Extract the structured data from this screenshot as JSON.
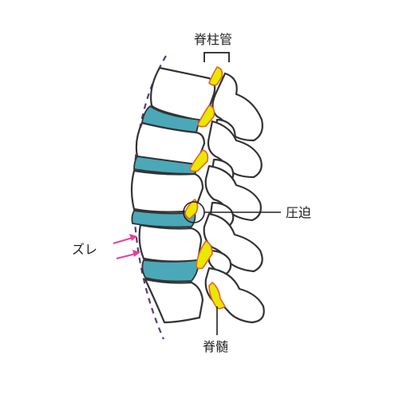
{
  "labels": {
    "spinal_canal": "脊柱管",
    "compression": "圧迫",
    "slip": "ズレ",
    "spinal_cord": "脊髄"
  },
  "colors": {
    "outline": "#333333",
    "disc": "#4aa8b8",
    "cord_fill": "#e8e800",
    "cord_edge": "#e8612c",
    "arrow": "#e8409a",
    "curve": "#5a3a7a"
  }
}
